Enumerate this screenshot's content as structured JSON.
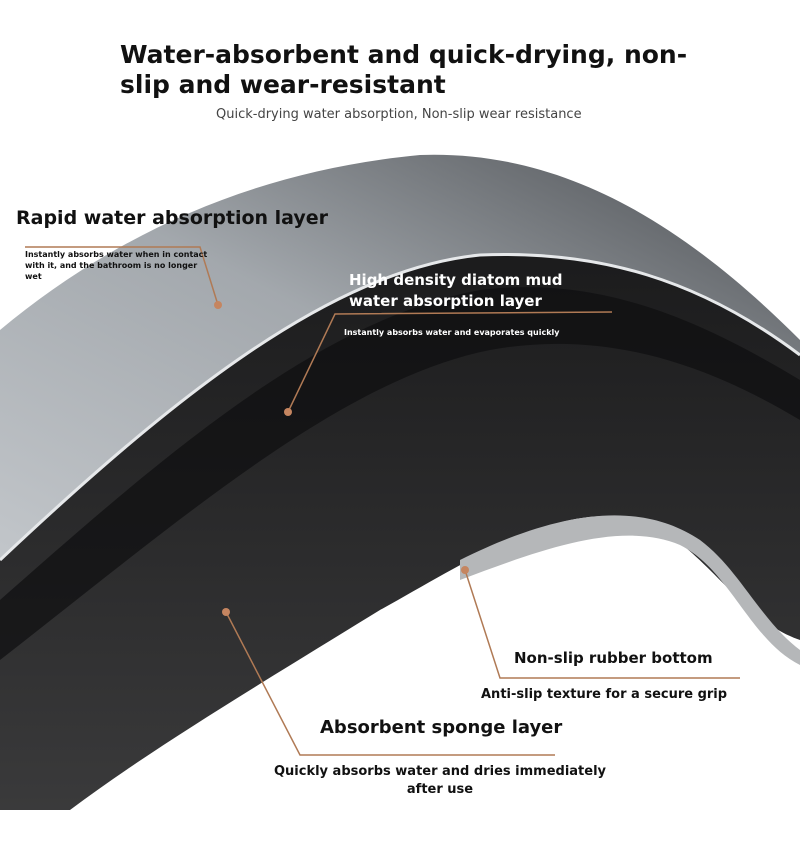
{
  "header": {
    "title": "Water-absorbent and quick-drying, non-slip and wear-resistant",
    "subtitle": "Quick-drying water absorption, Non-slip wear resistance"
  },
  "callouts": [
    {
      "title": "Rapid water absorption layer",
      "desc": "Instantly absorbs water when in contact with it, and the bathroom is no longer wet"
    },
    {
      "title": "High density diatom mud water absorption layer",
      "desc": "Instantly absorbs water and evaporates quickly"
    },
    {
      "title": "Non-slip rubber bottom",
      "desc": "Anti-slip texture for a secure grip"
    },
    {
      "title": "Absorbent sponge layer",
      "desc": "Quickly absorbs water and dries immediately after use"
    }
  ],
  "colors": {
    "leader": "#b07a55",
    "gray_layer": "#a9adb2",
    "dark_layer": "#222222"
  }
}
